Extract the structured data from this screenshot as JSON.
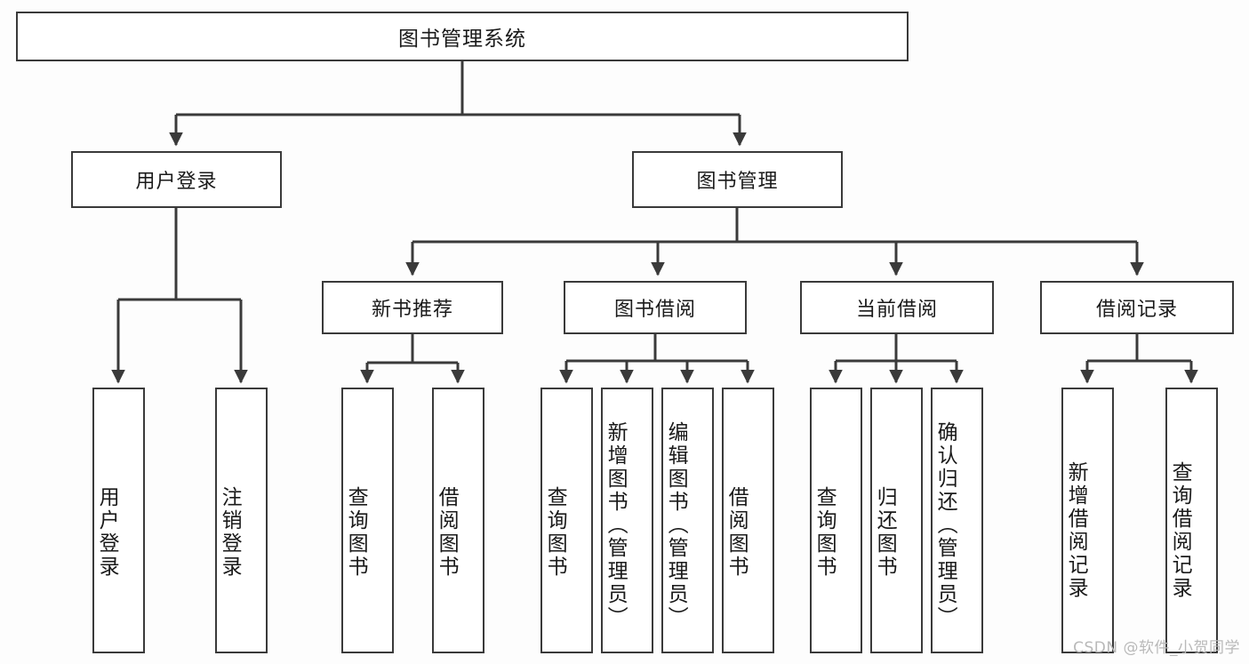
{
  "diagram": {
    "title": "图书管理系统",
    "type": "tree-hierarchy-chart",
    "watermark": "CSDN @软件_小贺同学",
    "colors": {
      "background": "#fdfdfd",
      "node_fill": "#ffffff",
      "node_border": "#3a3a3a",
      "edge": "#3a3a3a",
      "text": "#1a1a1a",
      "watermark": "#b9b9b9"
    }
  },
  "nodes": {
    "root": {
      "label": "图书管理系统"
    },
    "level1": [
      {
        "id": "user-login",
        "label": "用户登录"
      },
      {
        "id": "book-manage",
        "label": "图书管理"
      }
    ],
    "level2": [
      {
        "id": "new-book-recommend",
        "label": "新书推荐"
      },
      {
        "id": "book-borrow",
        "label": "图书借阅"
      },
      {
        "id": "current-borrow",
        "label": "当前借阅"
      },
      {
        "id": "borrow-record",
        "label": "借阅记录"
      }
    ],
    "leaves": {
      "user_login": [
        {
          "id": "leaf-user-login",
          "label": "用户登录"
        },
        {
          "id": "leaf-logout-login",
          "label": "注销登录"
        }
      ],
      "new_book_recommend": [
        {
          "id": "leaf-query-book-1",
          "label": "查询图书"
        },
        {
          "id": "leaf-borrow-book-1",
          "label": "借阅图书"
        }
      ],
      "book_borrow": [
        {
          "id": "leaf-query-book-2",
          "label": "查询图书"
        },
        {
          "id": "leaf-add-book",
          "label": "新增图书（管理员）"
        },
        {
          "id": "leaf-edit-book",
          "label": "编辑图书（管理员）"
        },
        {
          "id": "leaf-borrow-book-2",
          "label": "借阅图书"
        }
      ],
      "current_borrow": [
        {
          "id": "leaf-query-book-3",
          "label": "查询图书"
        },
        {
          "id": "leaf-return-book",
          "label": "归还图书"
        },
        {
          "id": "leaf-confirm-return",
          "label": "确认归还（管理员）"
        }
      ],
      "borrow_record": [
        {
          "id": "leaf-add-record",
          "label": "新增借阅记录"
        },
        {
          "id": "leaf-query-record",
          "label": "查询借阅记录"
        }
      ]
    }
  },
  "chart_data": {
    "type": "tree",
    "title": "图书管理系统",
    "root": "图书管理系统",
    "edges": [
      [
        "图书管理系统",
        "用户登录"
      ],
      [
        "图书管理系统",
        "图书管理"
      ],
      [
        "用户登录",
        "用户登录"
      ],
      [
        "用户登录",
        "注销登录"
      ],
      [
        "图书管理",
        "新书推荐"
      ],
      [
        "图书管理",
        "图书借阅"
      ],
      [
        "图书管理",
        "当前借阅"
      ],
      [
        "图书管理",
        "借阅记录"
      ],
      [
        "新书推荐",
        "查询图书"
      ],
      [
        "新书推荐",
        "借阅图书"
      ],
      [
        "图书借阅",
        "查询图书"
      ],
      [
        "图书借阅",
        "新增图书（管理员）"
      ],
      [
        "图书借阅",
        "编辑图书（管理员）"
      ],
      [
        "图书借阅",
        "借阅图书"
      ],
      [
        "当前借阅",
        "查询图书"
      ],
      [
        "当前借阅",
        "归还图书"
      ],
      [
        "当前借阅",
        "确认归还（管理员）"
      ],
      [
        "借阅记录",
        "新增借阅记录"
      ],
      [
        "借阅记录",
        "查询借阅记录"
      ]
    ],
    "depth": 4,
    "node_count": 20
  }
}
